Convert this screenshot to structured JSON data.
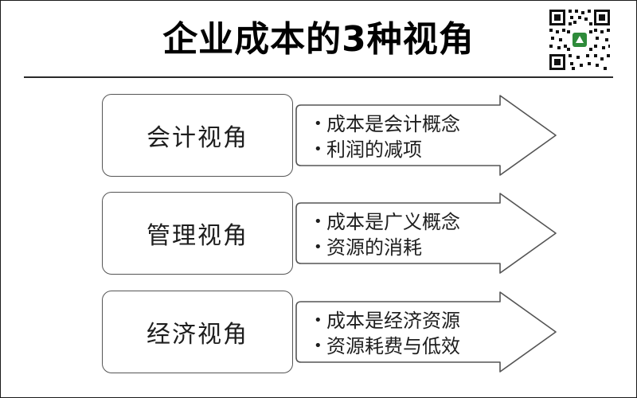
{
  "title": "企业成本的3种视角",
  "icons": {
    "qr": "qr-code-icon",
    "bullet": "bullet-dot-icon"
  },
  "colors": {
    "border": "#555555",
    "text": "#1e1e1e",
    "title": "#000000",
    "qr_badge": "#2e8b3a"
  },
  "perspectives": [
    {
      "label": "会计视角",
      "points": [
        "成本是会计概念",
        "利润的减项"
      ]
    },
    {
      "label": "管理视角",
      "points": [
        "成本是广义概念",
        "资源的消耗"
      ]
    },
    {
      "label": "经济视角",
      "points": [
        "成本是经济资源",
        "资源耗费与低效"
      ]
    }
  ]
}
